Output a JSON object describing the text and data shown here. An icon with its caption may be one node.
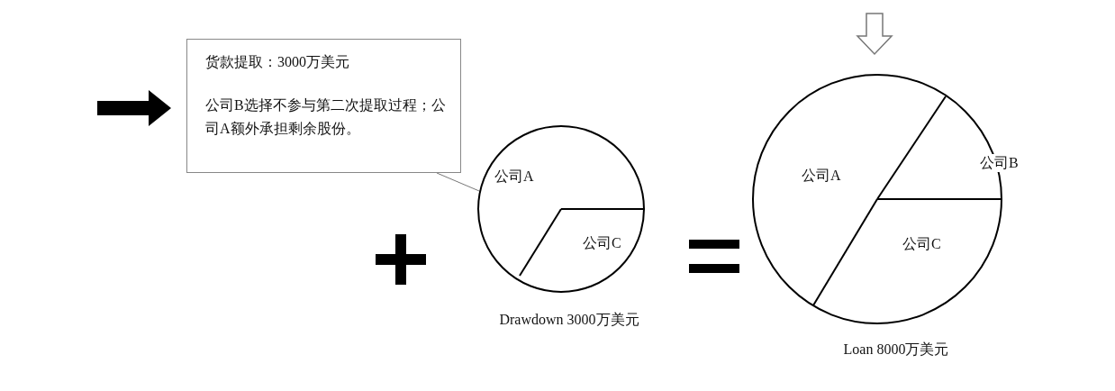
{
  "diagram": {
    "nodes": [
      {
        "text": [
          "货款提取：3000万美元",
          "公司B选择不参与第二次提取过程；公司A额外承担剩余股份。"
        ]
      },
      {
        "text": [
          "公司A",
          "公司C"
        ],
        "beside": [
          "Drawdown 3000万美元"
        ]
      },
      {
        "text": [
          "公司A",
          "公司B",
          "公司C"
        ],
        "beside": [
          "Loan 8000万美元"
        ]
      }
    ],
    "edges": [
      {
        "from": 0,
        "to": 1,
        "arrow": "none"
      },
      {
        "from": null,
        "to": 0,
        "arrow": "to",
        "style": "thick"
      },
      {
        "from": null,
        "to": 2,
        "arrow": "to"
      }
    ]
  }
}
